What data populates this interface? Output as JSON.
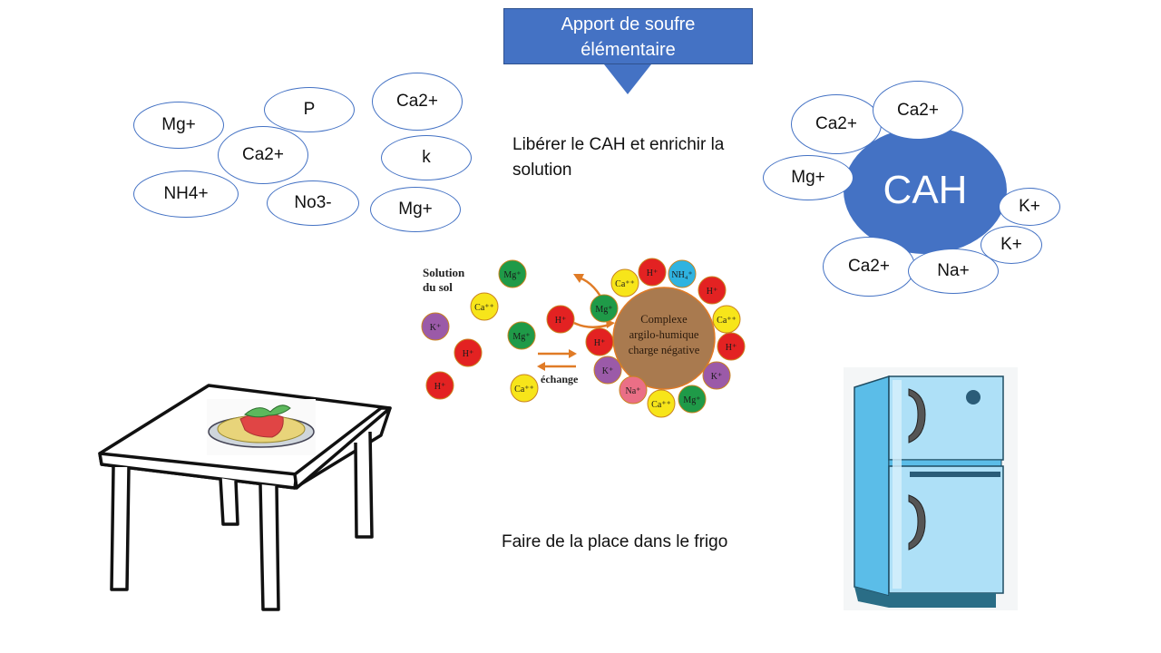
{
  "header": {
    "title": "Apport de soufre élémentaire",
    "title_line1": "Apport de soufre",
    "title_line2": "élémentaire"
  },
  "notes": {
    "liberate": "Libérer le CAH et enrichir la solution",
    "fridge": "Faire de la place dans le frigo"
  },
  "free_ions": [
    "Mg+",
    "P",
    "Ca2+",
    "Ca2+",
    "k",
    "NH4+",
    "No3-",
    "Mg+"
  ],
  "cah": {
    "label": "CAH",
    "bound_ions": [
      "Ca2+",
      "Ca2+",
      "Mg+",
      "K+",
      "K+",
      "Ca2+",
      "Na+"
    ]
  },
  "exchange_figure": {
    "solution_label_1": "Solution",
    "solution_label_2": "du sol",
    "exchange_label": "échange",
    "complex_line1": "Complexe",
    "complex_line2": "argilo-humique",
    "complex_line3": "charge négative",
    "solution_ions": [
      "Mg⁺",
      "Ca⁺⁺",
      "K⁺",
      "Mg⁺",
      "H⁺",
      "H⁺",
      "Ca⁺⁺",
      "H⁺"
    ],
    "ring_ions": [
      "Ca⁺⁺",
      "H⁺",
      "NH₄⁺",
      "H⁺",
      "Ca⁺⁺",
      "H⁺",
      "K⁺",
      "Mg⁺",
      "Ca⁺⁺",
      "Na⁺",
      "K⁺",
      "H⁺",
      "Mg⁺"
    ],
    "colors": {
      "H": "#e32222",
      "Ca": "#f7e51a",
      "Mg": "#1f9a48",
      "K": "#9b5aa8",
      "NH4": "#2fb3e0",
      "Na": "#ea6f86",
      "complex": "#a97a4f",
      "arrow": "#e07b26"
    }
  },
  "illustrations": {
    "table": "table-with-spaghetti",
    "fridge": "refrigerator"
  }
}
